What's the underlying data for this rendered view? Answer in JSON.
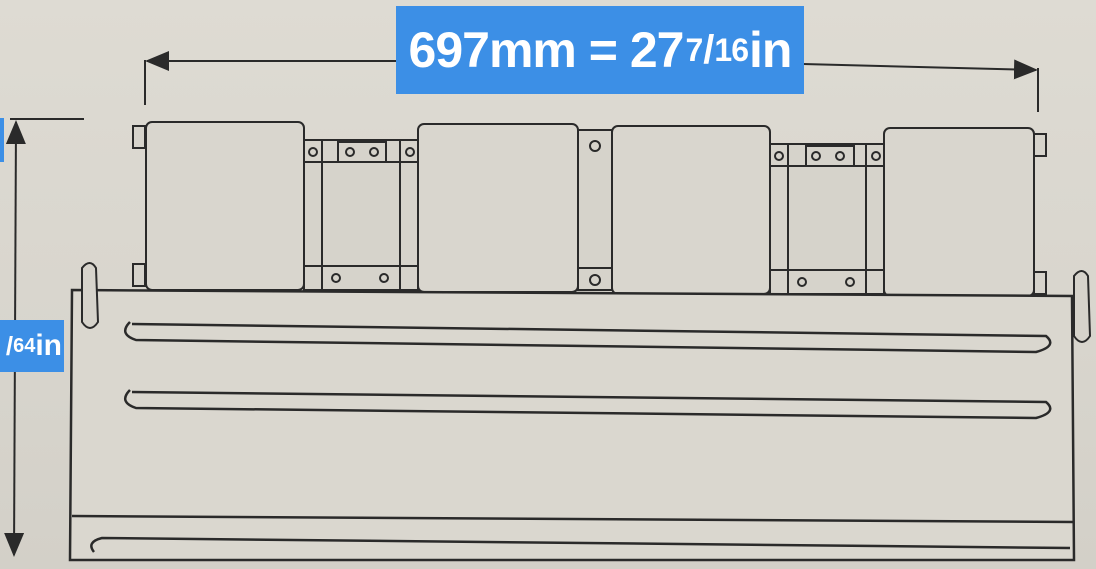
{
  "dimensions": {
    "width": {
      "value": "697mm = 27",
      "fraction_num": "7",
      "fraction_den": "16",
      "unit": "in"
    },
    "height": {
      "fraction_num": "",
      "fraction_den": "64",
      "unit": "in"
    }
  },
  "colors": {
    "label_bg": "#3c8fe6",
    "label_text": "#ffffff",
    "line": "#2a2a2a",
    "paper": "#dcd9d1"
  }
}
